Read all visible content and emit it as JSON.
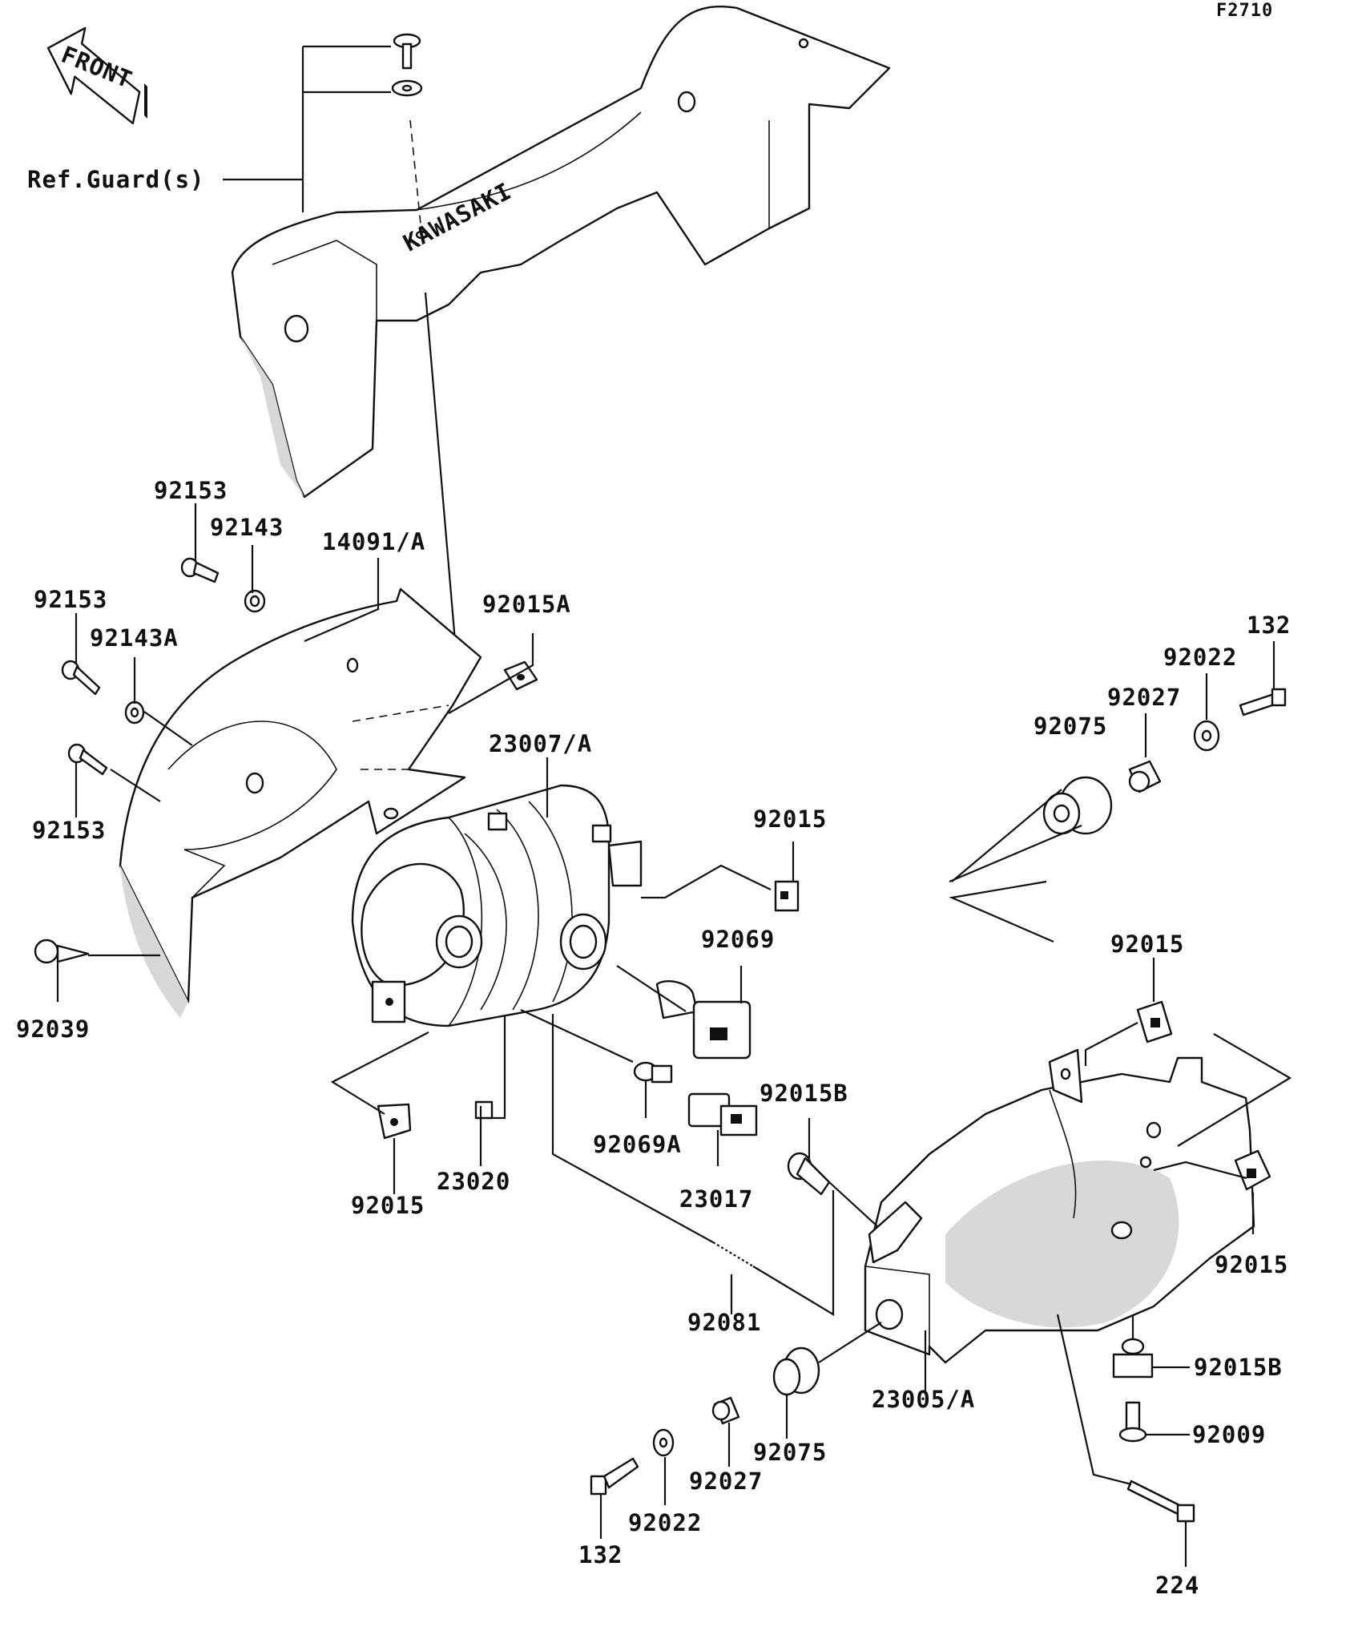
{
  "diagram_code": "F2710",
  "front_arrow_label": "FRONT",
  "cover_logo_text": "KAWASAKI",
  "reference_label": "Ref.Guard(s)",
  "part_labels": {
    "p92153_a": "92153",
    "p92143": "92143",
    "p14091": "14091/A",
    "p92153_b": "92153",
    "p92143A": "92143A",
    "p92015A": "92015A",
    "p23007": "23007/A",
    "p92153_c": "92153",
    "p92015_a": "92015",
    "p92039": "92039",
    "p92069": "92069",
    "p92015B_a": "92015B",
    "p92069A": "92069A",
    "p23020": "23020",
    "p92015_b": "92015",
    "p23017": "23017",
    "p92081": "92081",
    "p132_a": "132",
    "p92022_a": "92022",
    "p92027_a": "92027",
    "p92075_a": "92075",
    "p92015_c": "92015",
    "p92015_d": "92015",
    "p92015B_b": "92015B",
    "p92009": "92009",
    "p23005": "23005/A",
    "p92075_b": "92075",
    "p92027_b": "92027",
    "p92022_b": "92022",
    "p132_b": "132",
    "p224": "224"
  }
}
